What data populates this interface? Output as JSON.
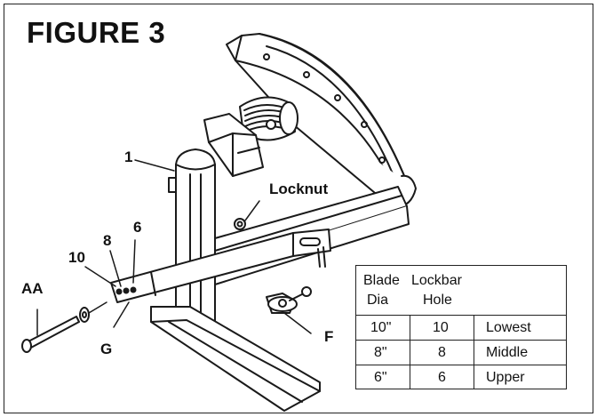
{
  "figure": {
    "title": "FIGURE 3"
  },
  "callouts": {
    "part1": "1",
    "locknut": "Locknut",
    "hole8": "8",
    "hole6": "6",
    "hole10": "10",
    "aa": "AA",
    "g": "G",
    "f": "F"
  },
  "table": {
    "header": {
      "col1_line1": "Blade",
      "col1_line2": "Dia",
      "col2_line1": "Lockbar",
      "col2_line2": "Hole"
    },
    "rows": [
      {
        "dia": "10\"",
        "hole": "10",
        "position": "Lowest"
      },
      {
        "dia": "8\"",
        "hole": "8",
        "position": "Middle"
      },
      {
        "dia": "6\"",
        "hole": "6",
        "position": "Upper"
      }
    ]
  }
}
